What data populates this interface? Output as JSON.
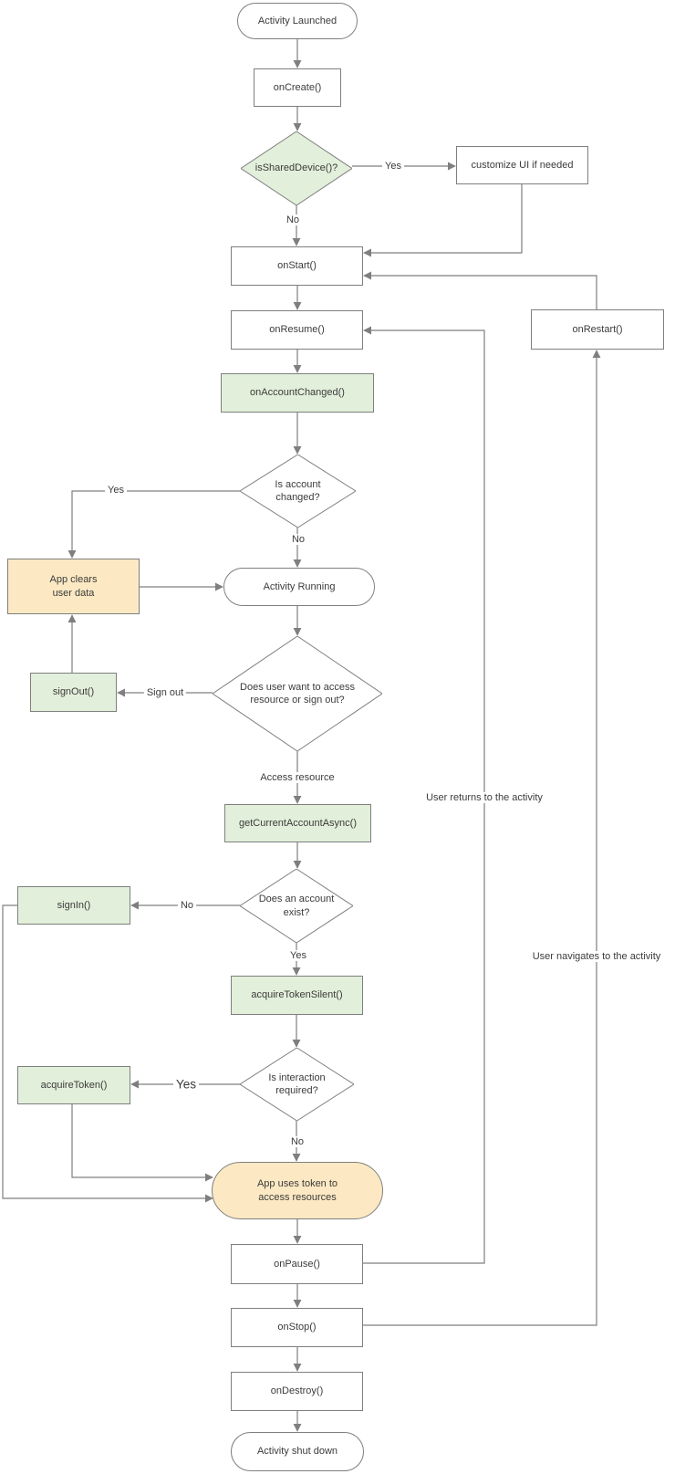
{
  "colors": {
    "background": "#ffffff",
    "line": "#7f7f7f",
    "node_border": "#7f7f7f",
    "green_fill": "#e2efda",
    "tan_fill": "#fce9c3",
    "white_fill": "#ffffff",
    "text": "#3b3b3b"
  },
  "nodes": {
    "activity_launched": {
      "label": "Activity Launched",
      "type": "terminator"
    },
    "oncreate": {
      "label": "onCreate()",
      "type": "process"
    },
    "is_shared_device": {
      "label": "isSharedDevice()?",
      "type": "decision"
    },
    "customize_ui": {
      "label": "customize UI if needed",
      "type": "process"
    },
    "onstart": {
      "label": "onStart()",
      "type": "process"
    },
    "onresume": {
      "label": "onResume()",
      "type": "process"
    },
    "onrestart": {
      "label": "onRestart()",
      "type": "process"
    },
    "onaccountchanged": {
      "label": "onAccountChanged()",
      "type": "process"
    },
    "is_account_changed": {
      "label": "Is account changed?",
      "type": "decision"
    },
    "app_clears_user_data": {
      "label": "App clears user data",
      "type": "process"
    },
    "activity_running": {
      "label": "Activity Running",
      "type": "terminator"
    },
    "signout": {
      "label": "signOut()",
      "type": "process"
    },
    "does_user_want": {
      "label": "Does user want to access resource or sign out?",
      "type": "decision"
    },
    "getcurrentaccountasync": {
      "label": "getCurrentAccountAsync()",
      "type": "process"
    },
    "does_account_exist": {
      "label": "Does an account exist?",
      "type": "decision"
    },
    "signin": {
      "label": "signIn()",
      "type": "process"
    },
    "acquiretokensilent": {
      "label": "acquireTokenSilent()",
      "type": "process"
    },
    "is_interaction_required": {
      "label": "Is interaction required?",
      "type": "decision"
    },
    "acquiretoken": {
      "label": "acquireToken()",
      "type": "process"
    },
    "app_uses_token": {
      "label": "App uses token to access resources",
      "type": "terminator"
    },
    "onpause": {
      "label": "onPause()",
      "type": "process"
    },
    "onstop": {
      "label": "onStop()",
      "type": "process"
    },
    "ondestroy": {
      "label": "onDestroy()",
      "type": "process"
    },
    "activity_shut_down": {
      "label": "Activity shut down",
      "type": "terminator"
    }
  },
  "edge_labels": {
    "shared_yes": "Yes",
    "shared_no": "No",
    "changed_yes": "Yes",
    "changed_no": "No",
    "sign_out": "Sign out",
    "access_resource": "Access resource",
    "account_no": "No",
    "account_yes": "Yes",
    "interaction_yes": "Yes",
    "interaction_no": "No",
    "user_returns": "User returns to the activity",
    "user_navigates": "User navigates to the activity"
  }
}
